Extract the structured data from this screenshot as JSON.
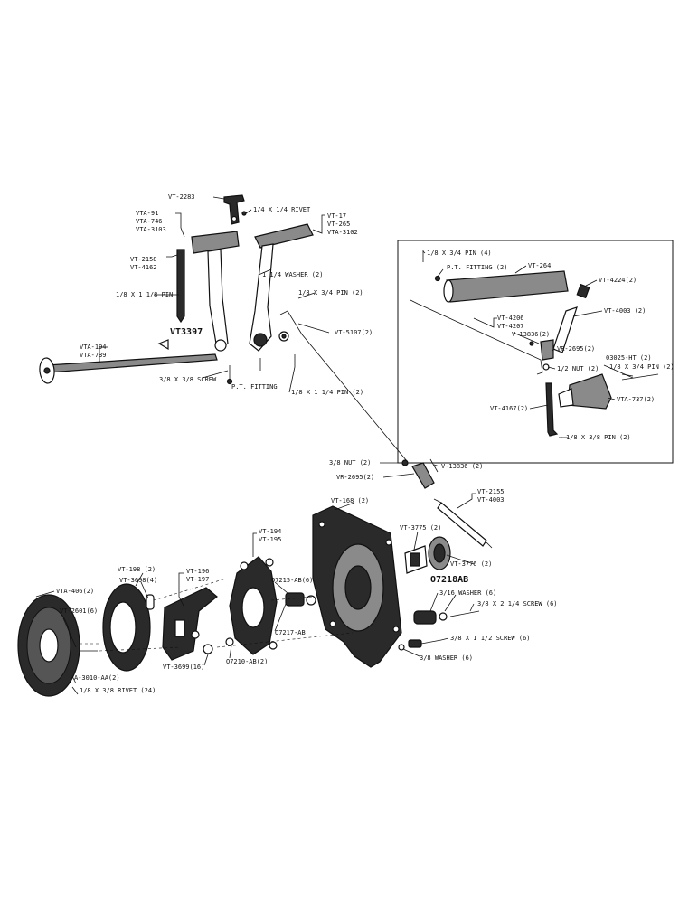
{
  "labels": {
    "vt2283": "VT-2283",
    "rivet_1x1_4": "1/4 X 1/4 RIVET",
    "vta91": "VTA-91",
    "vta746": "VTA-746",
    "vta3103": "VTA-3103",
    "vt17": "VT-17",
    "vt265": "VT-265",
    "vta3102": "VTA-3102",
    "vt2158": "VT-2158",
    "vt4162": "VT-4162",
    "washer2_top": "1 1/4 WASHER (2)",
    "pin_top_left": "1/8 X 1 1/8 PIN",
    "pin2_top": "1/8 X 3/4 PIN (2)",
    "vt3397": "VT3397",
    "vt5107": "VT-5107(2)",
    "vta194": "VTA-194",
    "vta739": "VTA-739",
    "screw_left": "3/8 X 3/8 SCREW",
    "pt_fitting": "P.T. FITTING",
    "pin2_mid": "1/8 X 1 1/4 PIN (2)",
    "pin4": "1/8 X 3/4 PIN (4)",
    "pt_fitting2": "P.T. FITTING (2)",
    "vt264": "VT-264",
    "vt4224": "VT-4224(2)",
    "vt4003_2": "VT-4003 (2)",
    "vt4206": "VT-4206",
    "vt4207": "VT-4207",
    "v13836_box": "V-13836(2)",
    "vr2695_box": "VR-2695(2)",
    "nut2_box": "1/2 NUT (2)",
    "o3025": "03025-HT (2)",
    "pin2_box": "1/8 X 3/4 PIN (2)",
    "vt4167": "VT-4167(2)",
    "vta737": "VTA-737(2)",
    "pin2_box_bottom": "1/8 X 3/8 PIN (2)",
    "nut2": "3/8 NUT (2)",
    "v13836": "V-13836 (2)",
    "vr2695": "VR-2695(2)",
    "vt2155": "VT-2155",
    "vt4003": "VT-4003",
    "vt168": "VT-168 (2)",
    "vt3775": "VT-3775 (2)",
    "vt3776": "VT-3776 (2)",
    "o7218ab": "O7218AB",
    "washer6_a": "3/16 WASHER (6)",
    "screw6_a": "3/8 X 2 1/4 SCREW (6)",
    "screw6_b": "3/8 X 1 1/2 SCREW (6)",
    "washer6_b": "3/8 WASHER (6)",
    "vt194": "VT-194",
    "vt195": "VT-195",
    "vt196": "VT-196",
    "vt197": "VT-197",
    "o7215": "O7215-AB(6)",
    "o7217": "O7217-AB",
    "o7210": "O7210-AB(2)",
    "vt198": "VT-198 (2)",
    "vt3698": "VT-3698(4)",
    "vta406": "VTA-406(2)",
    "vt2601": "VT-2601(6)",
    "vt3699": "VT-3699(16)",
    "a3010": "A-3010-AA(2)",
    "rivet24": "1/8 X 3/8 RIVET (24)"
  }
}
